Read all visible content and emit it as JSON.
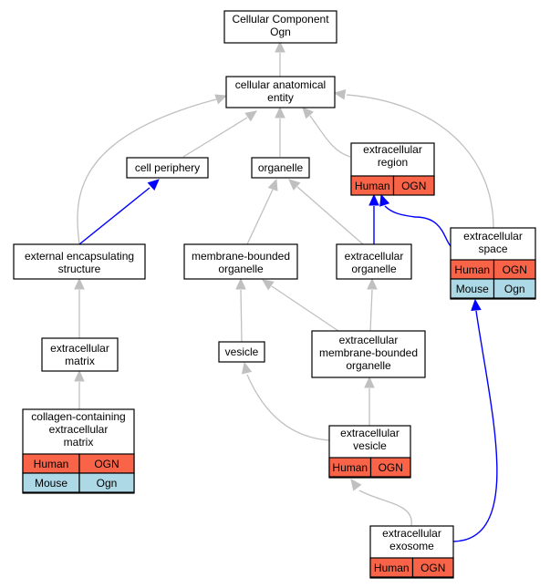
{
  "colors": {
    "human_cell": "#f96449",
    "mouse_cell": "#add8e6",
    "part_of_edge": "#0000ff",
    "is_a_edge": "#c0c0c0"
  },
  "nodes": {
    "root": {
      "lines": [
        "Cellular Component",
        "Ogn"
      ]
    },
    "cae": {
      "lines": [
        "cellular anatomical",
        "entity"
      ]
    },
    "cell_periphery": {
      "lines": [
        "cell periphery"
      ]
    },
    "organelle": {
      "lines": [
        "organelle"
      ]
    },
    "ec_region": {
      "lines": [
        "extracellular",
        "region"
      ],
      "annotations": [
        [
          "Human",
          "OGN"
        ]
      ]
    },
    "ext_encap": {
      "lines": [
        "external encapsulating",
        "structure"
      ]
    },
    "mb_organelle": {
      "lines": [
        "membrane-bounded",
        "organelle"
      ]
    },
    "ec_organelle": {
      "lines": [
        "extracellular",
        "organelle"
      ]
    },
    "ec_space": {
      "lines": [
        "extracellular",
        "space"
      ],
      "annotations": [
        [
          "Human",
          "OGN"
        ],
        [
          "Mouse",
          "Ogn"
        ]
      ]
    },
    "ecm": {
      "lines": [
        "extracellular",
        "matrix"
      ]
    },
    "vesicle": {
      "lines": [
        "vesicle"
      ]
    },
    "ec_mb_organelle": {
      "lines": [
        "extracellular",
        "membrane-bounded",
        "organelle"
      ]
    },
    "collagen_ecm": {
      "lines": [
        "collagen-containing",
        "extracellular",
        "matrix"
      ],
      "annotations": [
        [
          "Human",
          "OGN"
        ],
        [
          "Mouse",
          "Ogn"
        ]
      ]
    },
    "ec_vesicle": {
      "lines": [
        "extracellular",
        "vesicle"
      ],
      "annotations": [
        [
          "Human",
          "OGN"
        ]
      ]
    },
    "ec_exosome": {
      "lines": [
        "extracellular",
        "exosome"
      ],
      "annotations": [
        [
          "Human",
          "OGN"
        ]
      ]
    }
  }
}
